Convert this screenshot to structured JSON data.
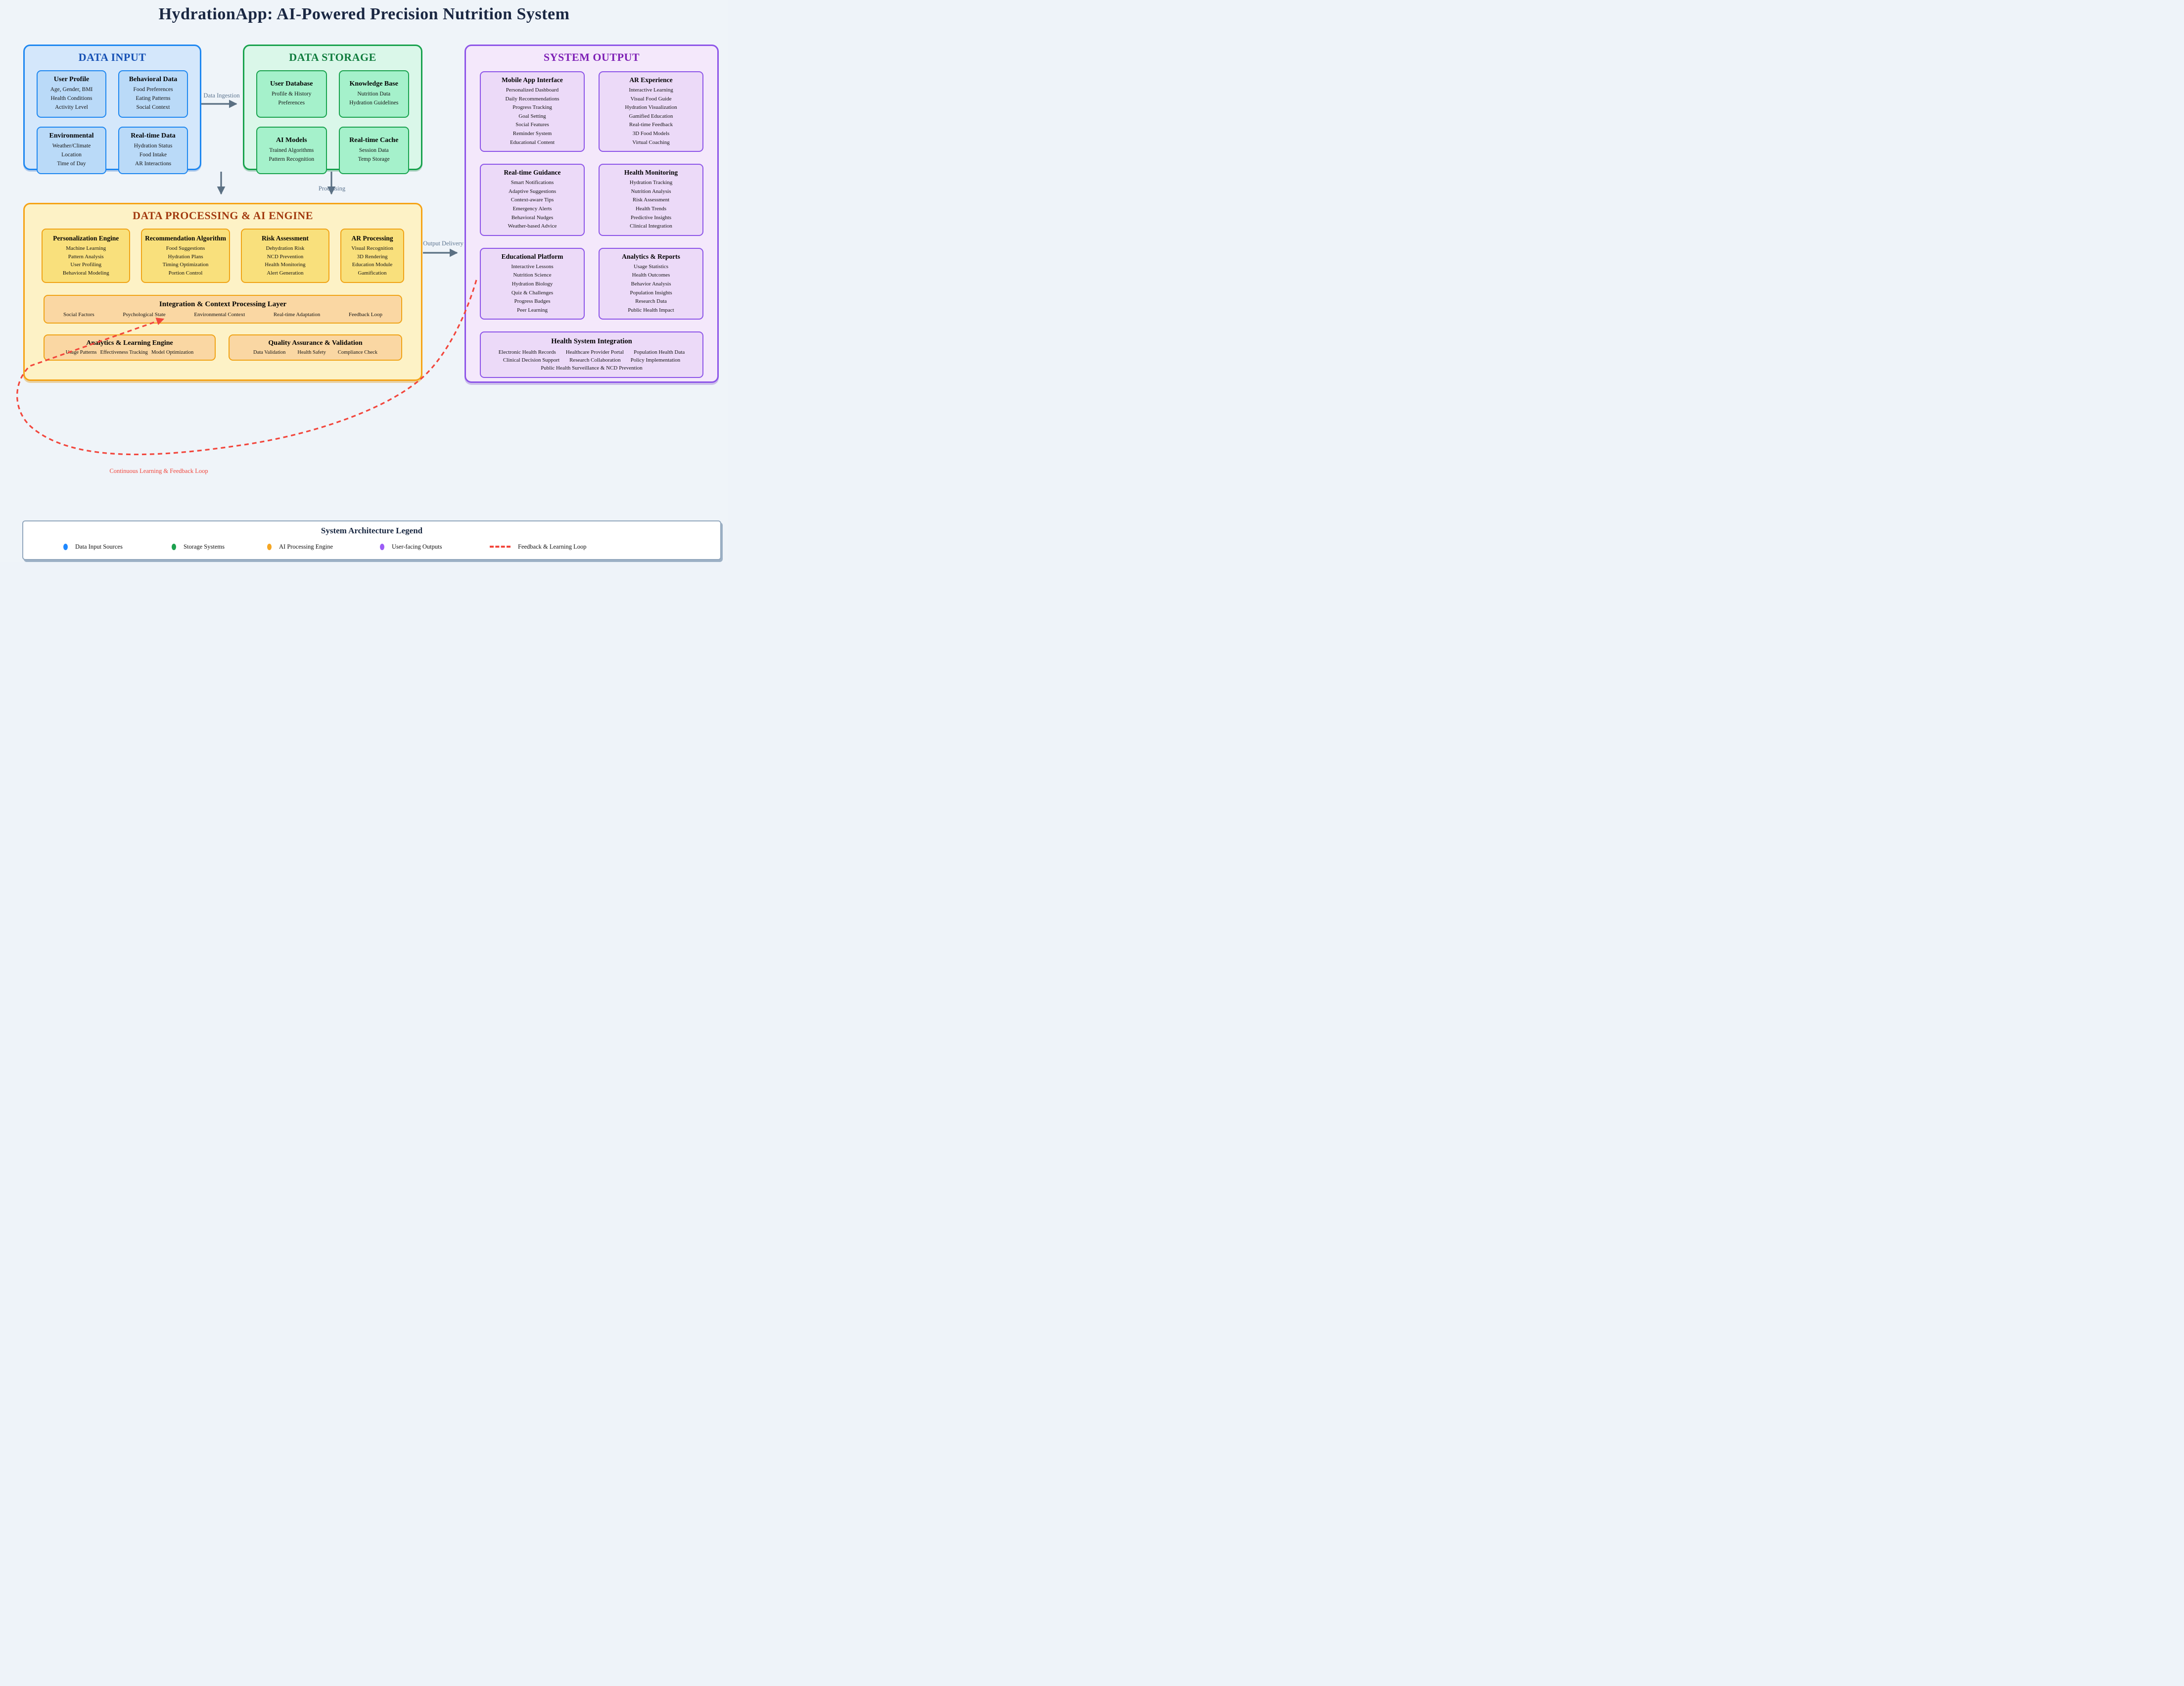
{
  "title": "HydrationApp: AI-Powered Precision Nutrition System",
  "colors": {
    "background": "#eff4f9",
    "input_accent": "#1e87f0",
    "storage_accent": "#18a24d",
    "processing_accent": "#f5a316",
    "output_accent": "#8d55e8",
    "feedback_red": "#f2463c",
    "arrow_gray": "#5b7083",
    "title_navy": "#1a2742"
  },
  "data_input": {
    "title": "DATA INPUT",
    "boxes": [
      {
        "title": "User Profile",
        "items": [
          "Age, Gender, BMI",
          "Health Conditions",
          "Activity Level"
        ]
      },
      {
        "title": "Behavioral Data",
        "items": [
          "Food Preferences",
          "Eating Patterns",
          "Social Context"
        ]
      },
      {
        "title": "Environmental",
        "items": [
          "Weather/Climate",
          "Location",
          "Time of Day"
        ]
      },
      {
        "title": "Real-time Data",
        "items": [
          "Hydration Status",
          "Food Intake",
          "AR Interactions"
        ]
      }
    ]
  },
  "data_storage": {
    "title": "DATA STORAGE",
    "boxes": [
      {
        "title": "User Database",
        "items": [
          "Profile & History",
          "Preferences"
        ]
      },
      {
        "title": "Knowledge Base",
        "items": [
          "Nutrition Data",
          "Hydration Guidelines"
        ]
      },
      {
        "title": "AI Models",
        "items": [
          "Trained Algorithms",
          "Pattern Recognition"
        ]
      },
      {
        "title": "Real-time Cache",
        "items": [
          "Session Data",
          "Temp Storage"
        ]
      }
    ]
  },
  "processing": {
    "title": "DATA PROCESSING & AI ENGINE",
    "engines": [
      {
        "title": "Personalization Engine",
        "items": [
          "Machine Learning",
          "Pattern Analysis",
          "User Profiling",
          "Behavioral Modeling"
        ]
      },
      {
        "title": "Recommendation Algorithm",
        "items": [
          "Food Suggestions",
          "Hydration Plans",
          "Timing Optimization",
          "Portion Control"
        ]
      },
      {
        "title": "Risk Assessment",
        "items": [
          "Dehydration Risk",
          "NCD Prevention",
          "Health Monitoring",
          "Alert Generation"
        ]
      },
      {
        "title": "AR Processing",
        "items": [
          "Visual Recognition",
          "3D Rendering",
          "Education Module",
          "Gamification"
        ]
      }
    ],
    "integration": {
      "title": "Integration & Context Processing Layer",
      "items": [
        "Social Factors",
        "Psychological State",
        "Environmental Context",
        "Real-time Adaptation",
        "Feedback Loop"
      ]
    },
    "analytics": {
      "title": "Analytics & Learning Engine",
      "items": [
        "Usage Patterns",
        "Effectiveness Tracking",
        "Model Optimization"
      ]
    },
    "quality": {
      "title": "Quality Assurance & Validation",
      "items": [
        "Data Validation",
        "Health Safety",
        "Compliance Check"
      ]
    }
  },
  "system_output": {
    "title": "SYSTEM OUTPUT",
    "boxes": [
      {
        "title": "Mobile App Interface",
        "items": [
          "Personalized Dashboard",
          "Daily Recommendations",
          "Progress Tracking",
          "Goal Setting",
          "Social Features",
          "Reminder System",
          "Educational Content"
        ]
      },
      {
        "title": "AR Experience",
        "items": [
          "Interactive Learning",
          "Visual Food Guide",
          "Hydration Visualization",
          "Gamified Education",
          "Real-time Feedback",
          "3D Food Models",
          "Virtual Coaching"
        ]
      },
      {
        "title": "Real-time Guidance",
        "items": [
          "Smart Notifications",
          "Adaptive Suggestions",
          "Context-aware Tips",
          "Emergency Alerts",
          "Behavioral Nudges",
          "Weather-based Advice"
        ]
      },
      {
        "title": "Health Monitoring",
        "items": [
          "Hydration Tracking",
          "Nutrition Analysis",
          "Risk Assessment",
          "Health Trends",
          "Predictive Insights",
          "Clinical Integration"
        ]
      },
      {
        "title": "Educational Platform",
        "items": [
          "Interactive Lessons",
          "Nutrition Science",
          "Hydration Biology",
          "Quiz & Challenges",
          "Progress Badges",
          "Peer Learning"
        ]
      },
      {
        "title": "Analytics & Reports",
        "items": [
          "Usage Statistics",
          "Health Outcomes",
          "Behavior Analysis",
          "Population Insights",
          "Research Data",
          "Public Health Impact"
        ]
      }
    ],
    "integration": {
      "title": "Health System Integration",
      "rows": [
        [
          "Electronic Health Records",
          "Healthcare Provider Portal",
          "Population Health Data"
        ],
        [
          "Clinical Decision Support",
          "Research Collaboration",
          "Policy Implementation"
        ],
        [
          "Public Health Surveillance & NCD Prevention"
        ]
      ]
    }
  },
  "flows": {
    "data_ingestion": "Data Ingestion",
    "processing": "Processing",
    "output_delivery": "Output Delivery",
    "feedback": "Continuous Learning & Feedback Loop"
  },
  "legend": {
    "title": "System Architecture Legend",
    "items": [
      {
        "label": "Data Input Sources",
        "color": "#1e88ff",
        "type": "dot"
      },
      {
        "label": "Storage Systems",
        "color": "#1ca14e",
        "type": "dot"
      },
      {
        "label": "AI Processing Engine",
        "color": "#f5a623",
        "type": "dot"
      },
      {
        "label": "User-facing Outputs",
        "color": "#9b5cf6",
        "type": "dot"
      },
      {
        "label": "Feedback & Learning Loop",
        "color": "#f2463c",
        "type": "dash"
      }
    ]
  }
}
